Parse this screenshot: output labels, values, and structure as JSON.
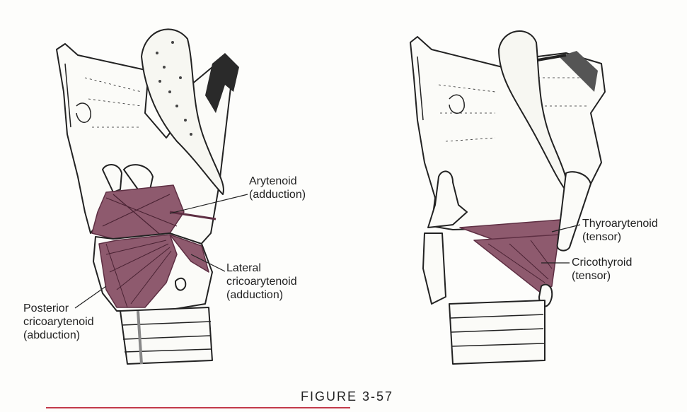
{
  "labels": {
    "arytenoid": {
      "line1": "Arytenoid",
      "line2": "(adduction)"
    },
    "lateral_cricoarytenoid": {
      "line1": "Lateral",
      "line2": "cricoarytenoid",
      "line3": "(adduction)"
    },
    "posterior_cricoarytenoid": {
      "line1": "Posterior",
      "line2": "cricoarytenoid",
      "line3": "(abduction)"
    },
    "thyroarytenoid": {
      "line1": "Thyroarytenoid",
      "line2": "(tensor)"
    },
    "cricothyroid": {
      "line1": "Cricothyroid",
      "line2": "(tensor)"
    }
  },
  "caption": "FIGURE 3-57",
  "colors": {
    "muscle": "#8e5a6e",
    "muscle_dark": "#5e2f43",
    "ink": "#222222",
    "rule": "#c23a4a",
    "background": "#fdfdfb"
  }
}
